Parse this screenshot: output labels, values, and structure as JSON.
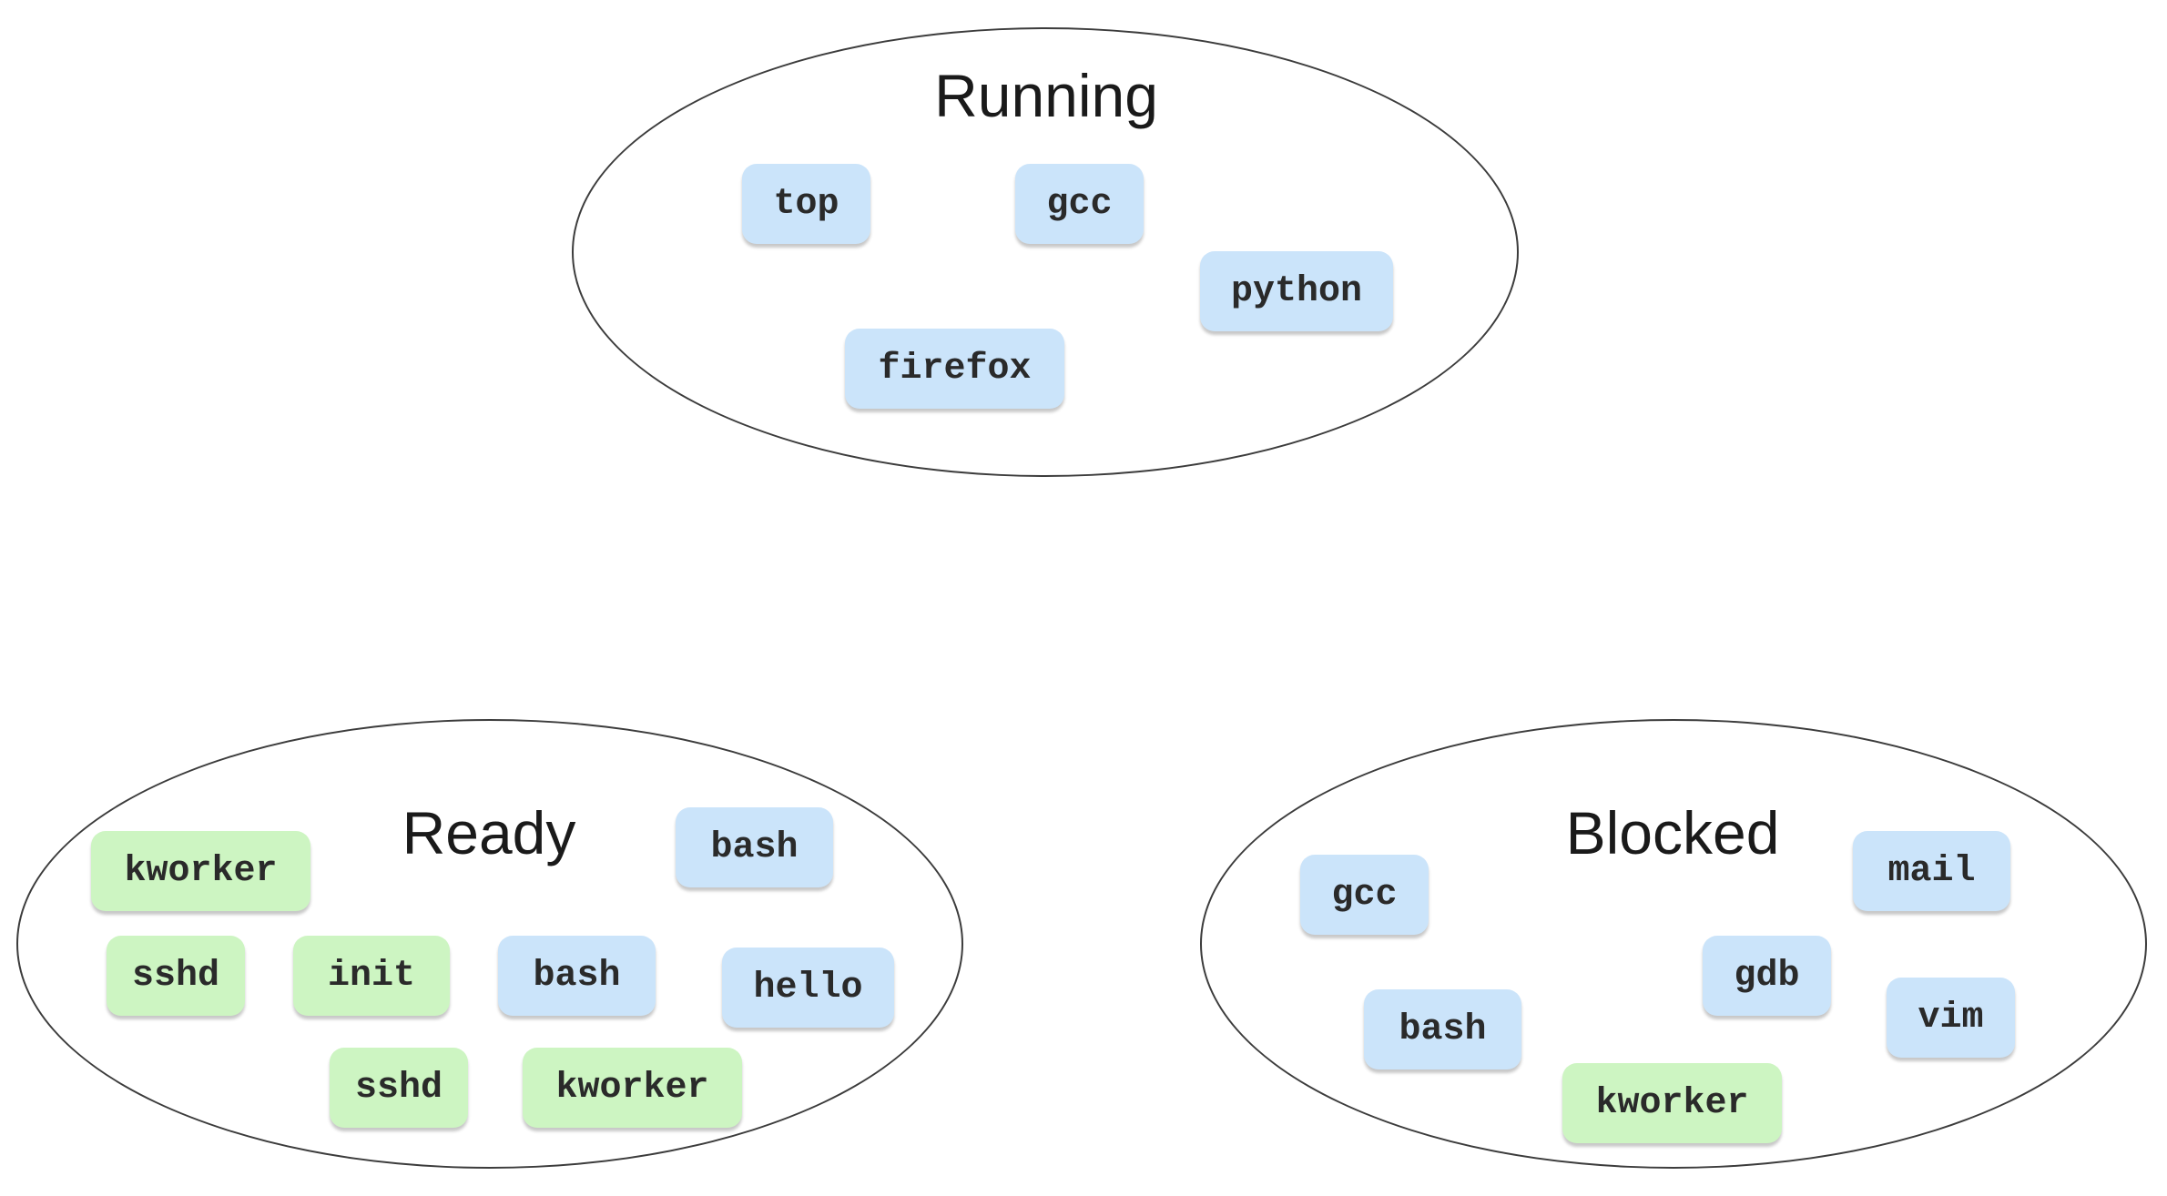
{
  "colors": {
    "user_process": "#cbe4fa",
    "kernel_process": "#cdf5c2",
    "outline": "#3c3c3c"
  },
  "running": {
    "title": "Running",
    "processes": [
      {
        "label": "top",
        "kind": "user"
      },
      {
        "label": "gcc",
        "kind": "user"
      },
      {
        "label": "python",
        "kind": "user"
      },
      {
        "label": "firefox",
        "kind": "user"
      }
    ]
  },
  "ready": {
    "title": "Ready",
    "processes": [
      {
        "label": "kworker",
        "kind": "kernel"
      },
      {
        "label": "bash",
        "kind": "user"
      },
      {
        "label": "sshd",
        "kind": "kernel"
      },
      {
        "label": "init",
        "kind": "kernel"
      },
      {
        "label": "bash",
        "kind": "user"
      },
      {
        "label": "hello",
        "kind": "user"
      },
      {
        "label": "sshd",
        "kind": "kernel"
      },
      {
        "label": "kworker",
        "kind": "kernel"
      }
    ]
  },
  "blocked": {
    "title": "Blocked",
    "processes": [
      {
        "label": "gcc",
        "kind": "user"
      },
      {
        "label": "mail",
        "kind": "user"
      },
      {
        "label": "gdb",
        "kind": "user"
      },
      {
        "label": "bash",
        "kind": "user"
      },
      {
        "label": "vim",
        "kind": "user"
      },
      {
        "label": "kworker",
        "kind": "kernel"
      }
    ]
  }
}
